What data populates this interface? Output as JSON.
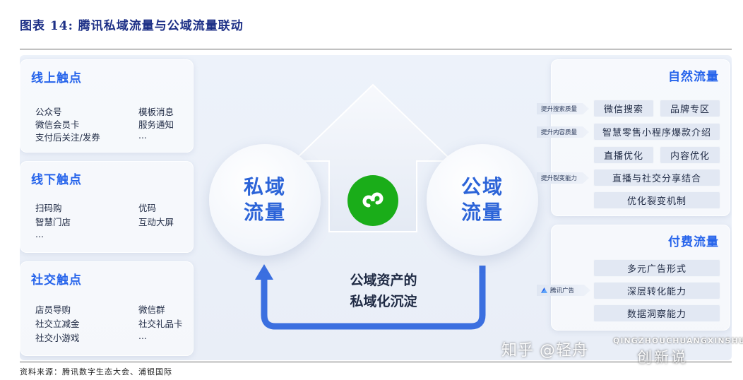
{
  "figure": {
    "title": "图表 14: 腾讯私域流量与公域流量联动",
    "source": "资料来源：腾讯数字生态大会、浦银国际"
  },
  "left_panels": [
    {
      "title": "线上触点",
      "col1": [
        "公众号",
        "微信会员卡",
        "支付后关注/发券"
      ],
      "col2": [
        "模板消息",
        "服务通知",
        "..."
      ]
    },
    {
      "title": "线下触点",
      "col1": [
        "扫码购",
        "智慧门店",
        "..."
      ],
      "col2": [
        "优码",
        "互动大屏"
      ]
    },
    {
      "title": "社交触点",
      "col1": [
        "店员导购",
        "社交立减金",
        "社交小游戏"
      ],
      "col2": [
        "微信群",
        "社交礼品卡",
        "..."
      ]
    }
  ],
  "center": {
    "private_line1": "私域",
    "private_line2": "流量",
    "public_line1": "公域",
    "public_line2": "流量",
    "caption_line1": "公域资产的",
    "caption_line2": "私域化沉淀",
    "logo_icon": "mini-program-icon",
    "colors": {
      "arrow_blue": "#3b6fe0",
      "logo_green": "#1aad19",
      "accent_blue": "#2563eb"
    }
  },
  "right_panels": {
    "natural": {
      "title": "自然流量",
      "labels": [
        "提升搜索质量",
        "提升内容质量",
        "提升裂变能力"
      ],
      "chips": [
        "微信搜索",
        "品牌专区",
        "智慧零售小程序爆款介绍",
        "直播优化",
        "内容优化",
        "直播与社交分享结合",
        "优化裂变机制"
      ]
    },
    "paid": {
      "title": "付费流量",
      "label": "腾讯广告",
      "chips": [
        "多元广告形式",
        "深层转化能力",
        "数据洞察能力"
      ]
    }
  },
  "watermark": {
    "text": "知乎 @轻舟",
    "en": "QINGZHOUCHUANGXINSHUO",
    "cn": "创新说"
  }
}
